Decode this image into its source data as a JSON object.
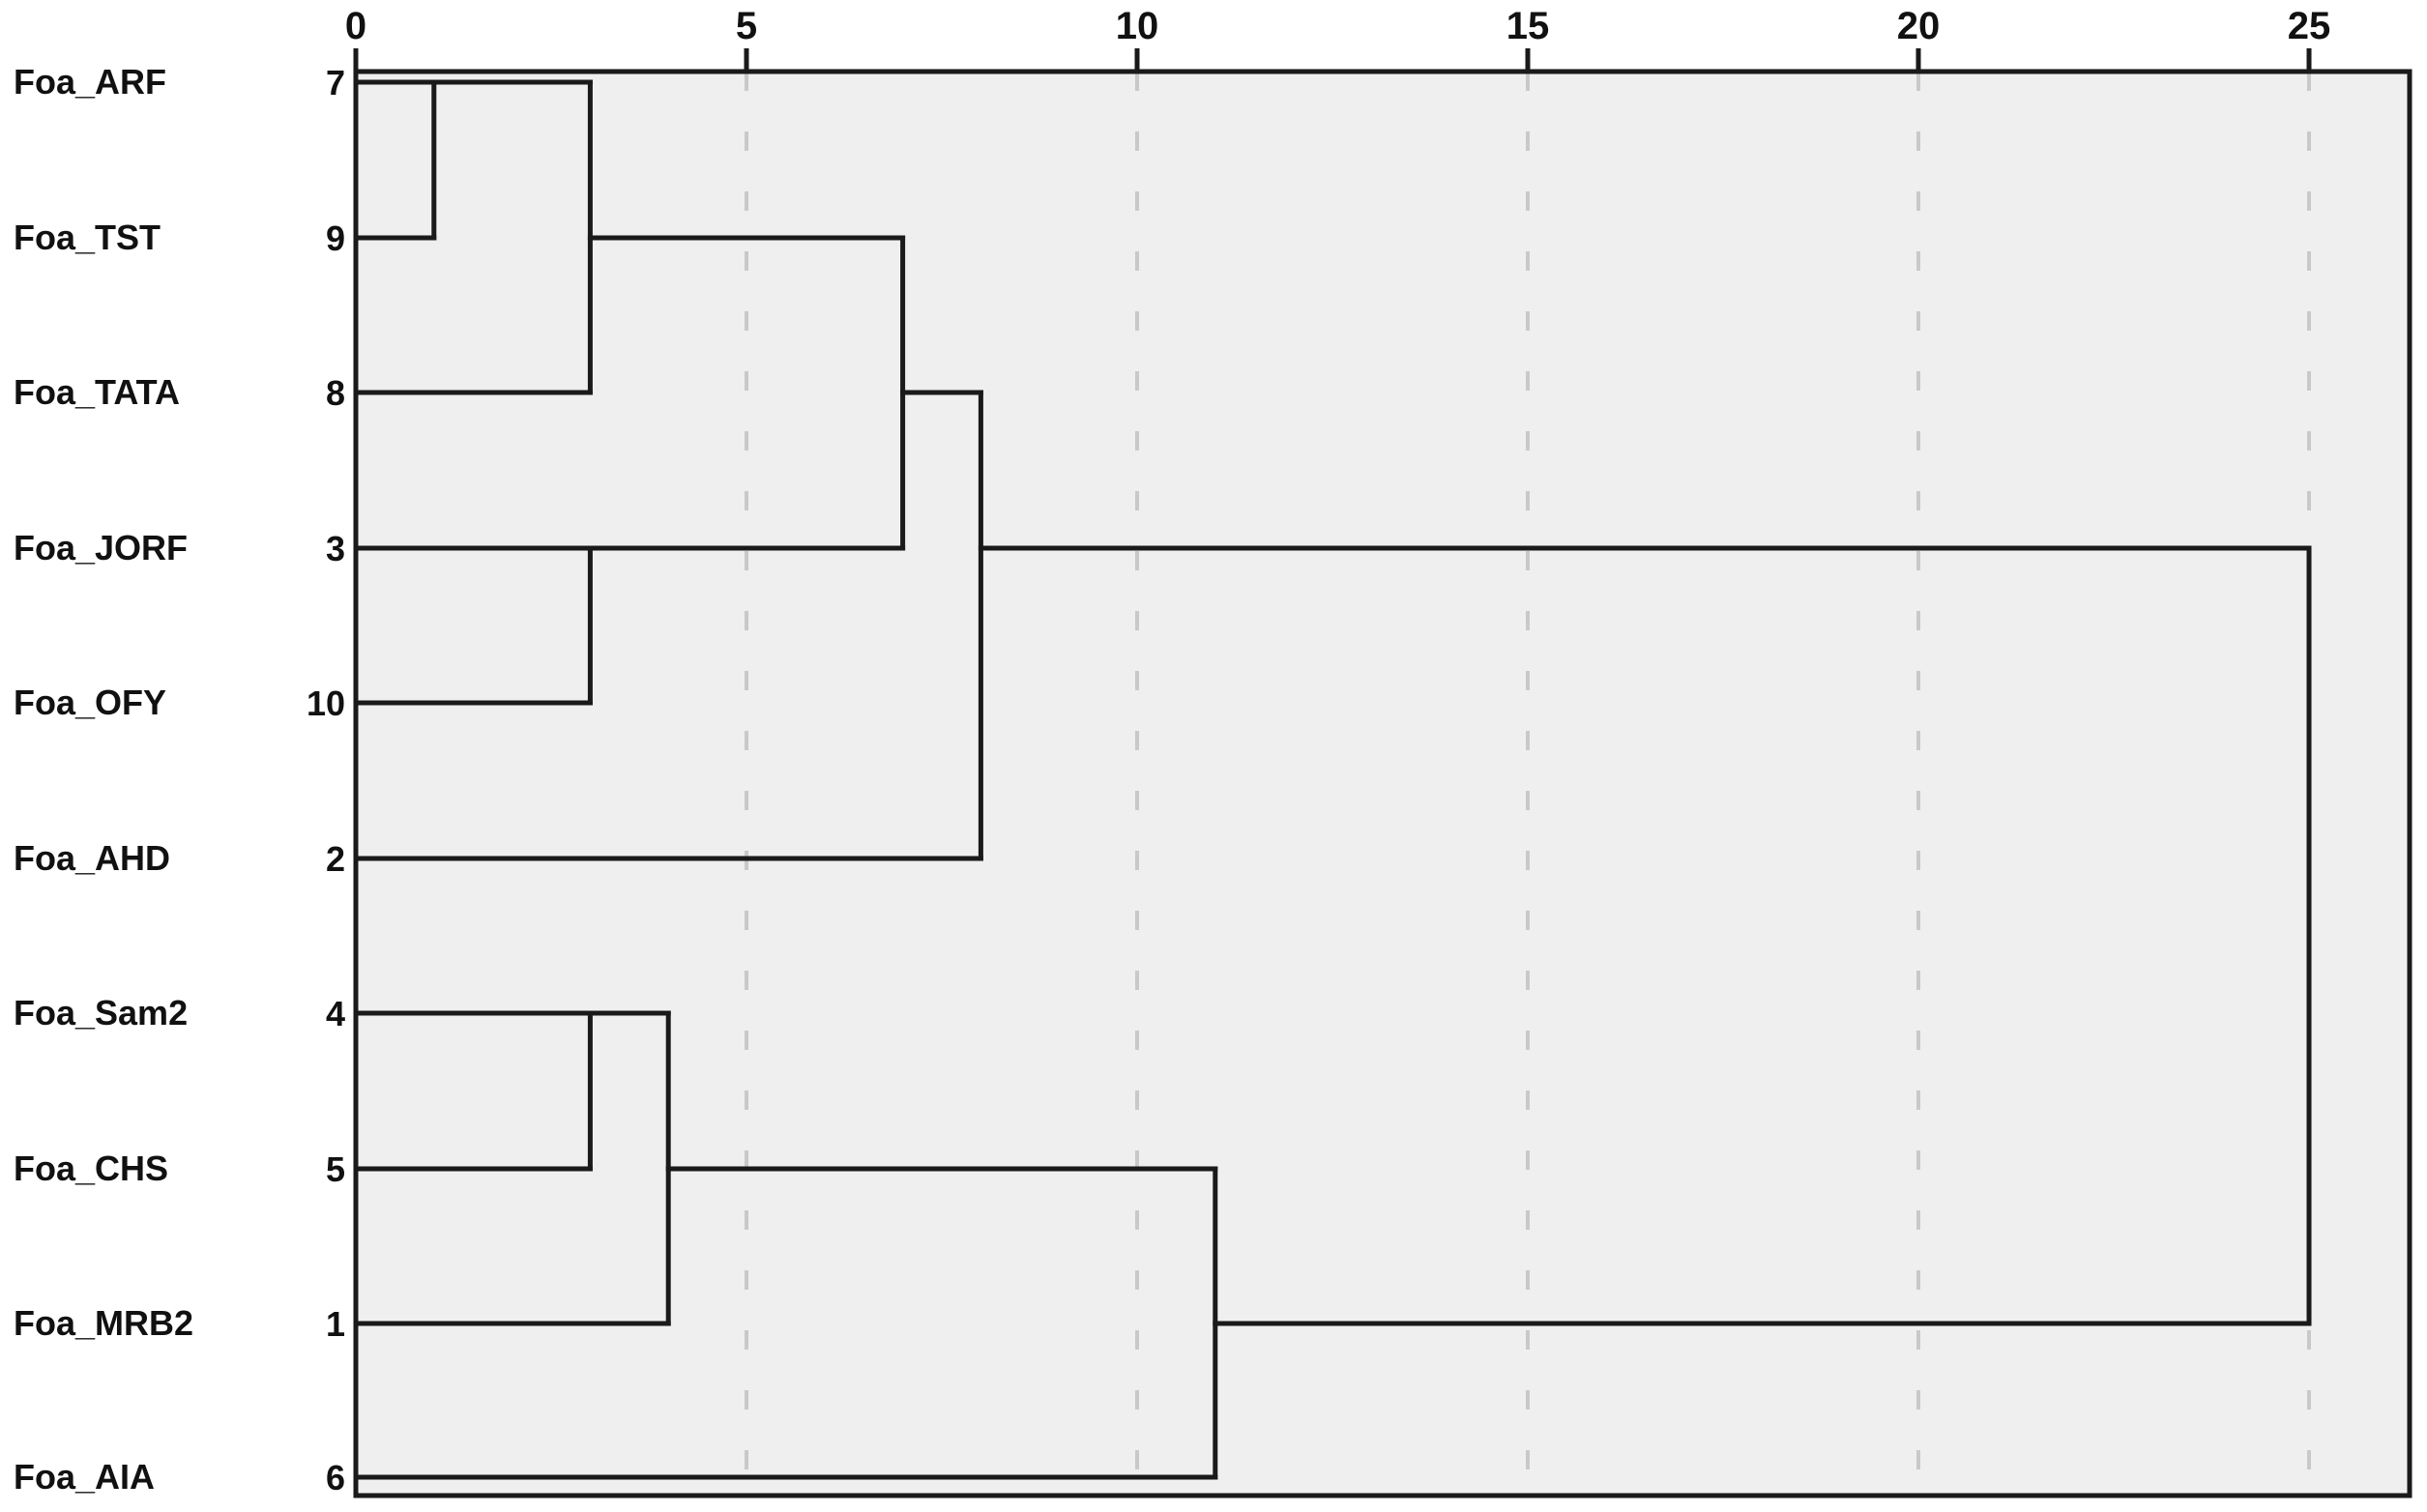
{
  "chart_data": {
    "type": "dendrogram",
    "orientation": "horizontal",
    "title": "",
    "x_axis": {
      "position": "top",
      "tick_labels": [
        "0",
        "5",
        "10",
        "15",
        "20",
        "25"
      ],
      "tick_values": [
        0,
        5,
        10,
        15,
        20,
        25
      ],
      "range": [
        0,
        25
      ],
      "gridlines": "dashed vertical at 5, 10, 15, 20, 25"
    },
    "leaves": [
      {
        "label": "Foa_ARF",
        "case_number": "7"
      },
      {
        "label": "Foa_TST",
        "case_number": "9"
      },
      {
        "label": "Foa_TATA",
        "case_number": "8"
      },
      {
        "label": "Foa_JORF",
        "case_number": "3"
      },
      {
        "label": "Foa_OFY",
        "case_number": "10"
      },
      {
        "label": "Foa_AHD",
        "case_number": "2"
      },
      {
        "label": "Foa_Sam2",
        "case_number": "4"
      },
      {
        "label": "Foa_CHS",
        "case_number": "5"
      },
      {
        "label": "Foa_MRB2",
        "case_number": "1"
      },
      {
        "label": "Foa_AIA",
        "case_number": "6"
      }
    ],
    "merges": [
      {
        "joined": [
          "7 (Foa_ARF)",
          "9 (Foa_TST)"
        ],
        "rescaled_distance": 1
      },
      {
        "joined": [
          "7+9",
          "8 (Foa_TATA)"
        ],
        "rescaled_distance": 3
      },
      {
        "joined": [
          "3 (Foa_JORF)",
          "10 (Foa_OFY)"
        ],
        "rescaled_distance": 3
      },
      {
        "joined": [
          "4 (Foa_Sam2)",
          "5 (Foa_CHS)"
        ],
        "rescaled_distance": 3
      },
      {
        "joined": [
          "4+5",
          "1 (Foa_MRB2)"
        ],
        "rescaled_distance": 4
      },
      {
        "joined": [
          "7+9+8",
          "3+10"
        ],
        "rescaled_distance": 7
      },
      {
        "joined": [
          "7+9+8+3+10",
          "2 (Foa_AHD)"
        ],
        "rescaled_distance": 8
      },
      {
        "joined": [
          "4+5+1",
          "6 (Foa_AIA)"
        ],
        "rescaled_distance": 11
      },
      {
        "joined": [
          "top cluster",
          "bottom cluster"
        ],
        "rescaled_distance": 25
      }
    ],
    "segments": {
      "horizontal": [
        {
          "row": 0,
          "from": 0,
          "to": 3
        },
        {
          "row": 1,
          "from": 0,
          "to": 1
        },
        {
          "row": 1,
          "from": 3,
          "to": 7
        },
        {
          "row": 2,
          "from": 0,
          "to": 3
        },
        {
          "row": 2,
          "from": 7,
          "to": 8
        },
        {
          "row": 3,
          "from": 0,
          "to": 7
        },
        {
          "row": 3,
          "from": 8,
          "to": 25
        },
        {
          "row": 4,
          "from": 0,
          "to": 3
        },
        {
          "row": 5,
          "from": 0,
          "to": 8
        },
        {
          "row": 6,
          "from": 0,
          "to": 4
        },
        {
          "row": 7,
          "from": 0,
          "to": 3
        },
        {
          "row": 7,
          "from": 4,
          "to": 11
        },
        {
          "row": 8,
          "from": 0,
          "to": 4
        },
        {
          "row": 8,
          "from": 11,
          "to": 25
        },
        {
          "row": 9,
          "from": 0,
          "to": 11
        }
      ],
      "vertical": [
        {
          "at": 1,
          "from_row": 0,
          "to_row": 1
        },
        {
          "at": 3,
          "from_row": 0,
          "to_row": 2
        },
        {
          "at": 3,
          "from_row": 3,
          "to_row": 4
        },
        {
          "at": 3,
          "from_row": 6,
          "to_row": 7
        },
        {
          "at": 4,
          "from_row": 6,
          "to_row": 8
        },
        {
          "at": 7,
          "from_row": 1,
          "to_row": 3
        },
        {
          "at": 8,
          "from_row": 2,
          "to_row": 5
        },
        {
          "at": 11,
          "from_row": 7,
          "to_row": 9
        },
        {
          "at": 25,
          "from_row": 3,
          "to_row": 8
        }
      ]
    },
    "colors": {
      "line": "#1a1a1a",
      "frame": "#1a1a1a",
      "plot_background": "#efefef",
      "page_background": "#ffffff",
      "gridline": "#c9c9c9",
      "text": "#111111"
    }
  }
}
